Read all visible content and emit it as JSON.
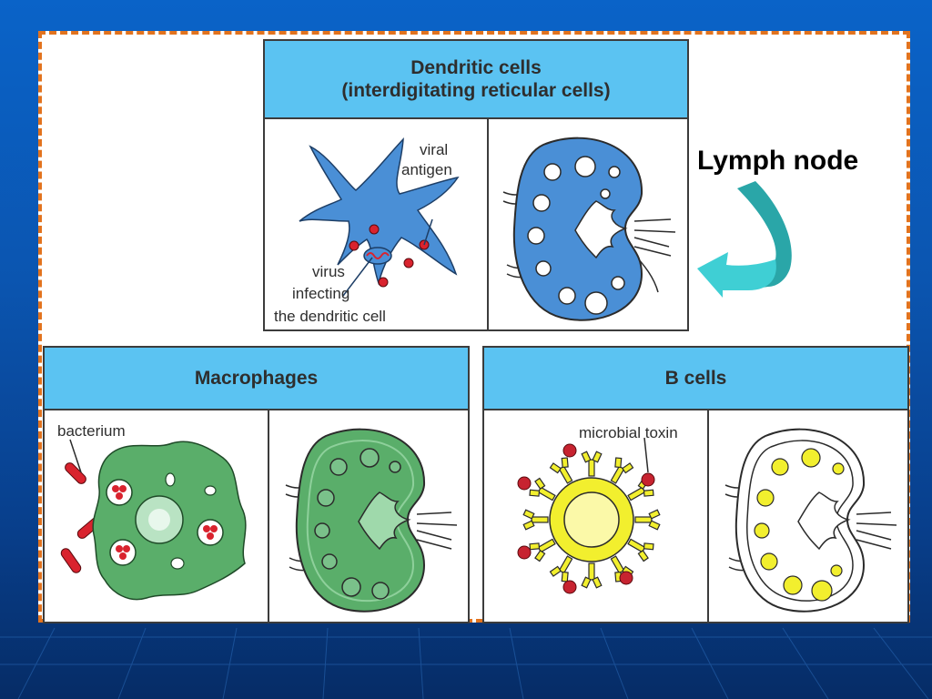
{
  "panels": {
    "dendritic": {
      "title": "Dendritic cells\n(interdigitating reticular cells)",
      "labels": {
        "viral": "viral",
        "antigen": "antigen",
        "virus": "virus",
        "infecting": "infecting",
        "the_dendritic_cell": "the dendritic cell"
      }
    },
    "macrophages": {
      "title": "Macrophages",
      "labels": {
        "bacterium": "bacterium"
      }
    },
    "b_cells": {
      "title": "B cells",
      "labels": {
        "microbial_toxin": "microbial toxin"
      }
    }
  },
  "annotation": {
    "lymph_node": "Lymph node"
  },
  "colors": {
    "frame_border": "#e2731e",
    "header_fill": "#5bc3f2",
    "dendritic_blue": "#4a8fd6",
    "macrophage_green": "#5aae6a",
    "bcell_yellow": "#f2ef2e",
    "arrow_teal": "#2aa6a8",
    "antigen_red": "#d9232e"
  }
}
